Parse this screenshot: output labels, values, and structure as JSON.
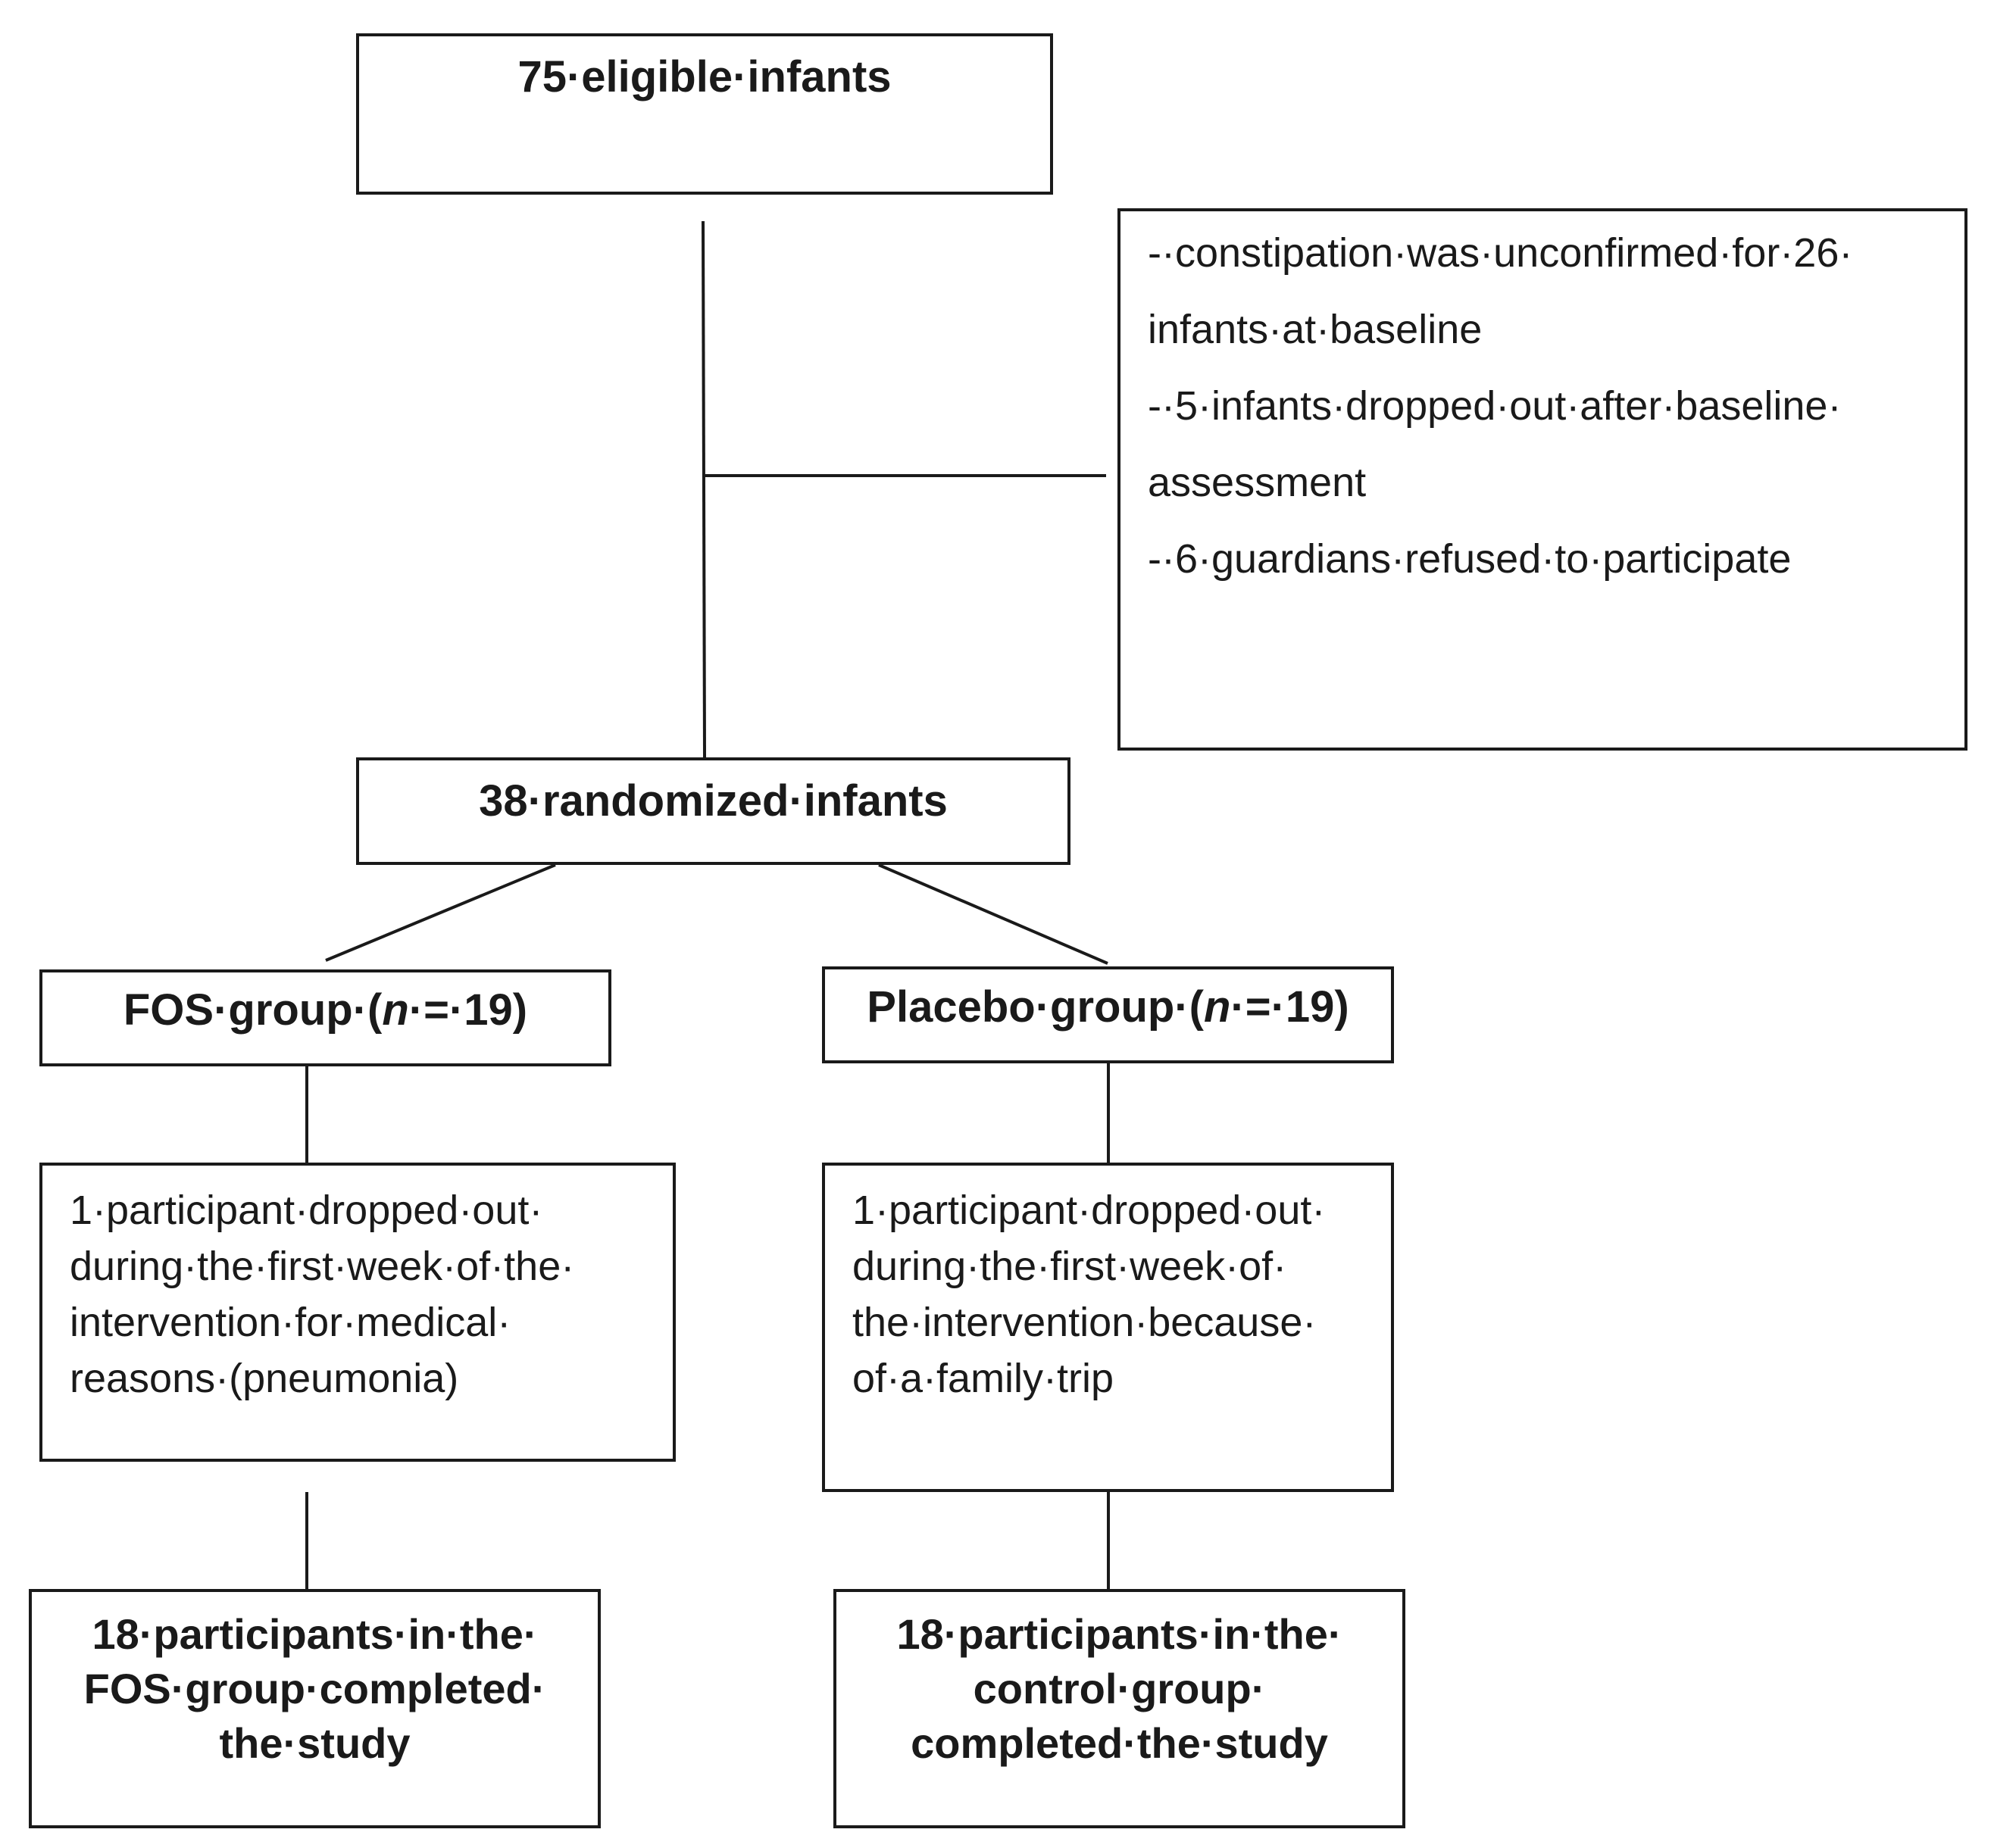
{
  "flowchart": {
    "eligible": {
      "label": "75·eligible·infants"
    },
    "exclusions": {
      "lines": [
        "-·constipation·was·unconfirmed·for·26·",
        "infants·at·baseline",
        "-·5·infants·dropped·out·after·baseline·",
        "assessment",
        "-·6·guardians·refused·to·participate"
      ]
    },
    "randomized": {
      "label": "38·randomized·infants"
    },
    "fos_group": {
      "label_before": "FOS·group·(",
      "label_n": "n",
      "label_after": "·=·19)",
      "dropout_lines": [
        "1·participant·dropped·out·",
        "during·the·first·week·of·the·",
        "intervention·for·medical·",
        "reasons·(pneumonia)"
      ],
      "completed_lines": [
        "18·participants·in·the·",
        "FOS·group·completed·",
        "the·study"
      ]
    },
    "placebo_group": {
      "label_before": "Placebo·group·(",
      "label_n": "n",
      "label_after": "·=·19)",
      "dropout_lines": [
        "1·participant·dropped·out·",
        "during·the·first·week·of·",
        "the·intervention·because·",
        "of·a·family·trip"
      ],
      "completed_lines": [
        "18·participants·in·the·",
        "control·group·",
        "completed·the·study"
      ]
    }
  }
}
